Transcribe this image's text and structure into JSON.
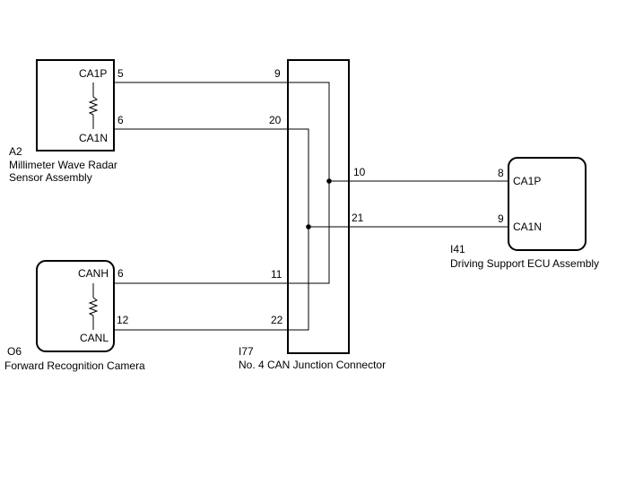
{
  "components": {
    "radar": {
      "code": "A2",
      "name_line1": "Millimeter Wave Radar",
      "name_line2": "Sensor Assembly",
      "pin_top_label": "CA1P",
      "pin_top_num": "5",
      "pin_bottom_label": "CA1N",
      "pin_bottom_num": "6"
    },
    "camera": {
      "code": "O6",
      "name": "Forward Recognition Camera",
      "pin_top_label": "CANH",
      "pin_top_num": "6",
      "pin_bottom_label": "CANL",
      "pin_bottom_num": "12"
    },
    "junction": {
      "code": "I77",
      "name": "No. 4 CAN Junction Connector",
      "pins": {
        "p9": "9",
        "p20": "20",
        "p10": "10",
        "p21": "21",
        "p11": "11",
        "p22": "22"
      }
    },
    "ecu": {
      "code": "I41",
      "name": "Driving Support ECU Assembly",
      "pin_top_label": "CA1P",
      "pin_top_num": "8",
      "pin_bottom_label": "CA1N",
      "pin_bottom_num": "9"
    }
  },
  "colors": {
    "line": "#000000",
    "background": "#ffffff"
  }
}
